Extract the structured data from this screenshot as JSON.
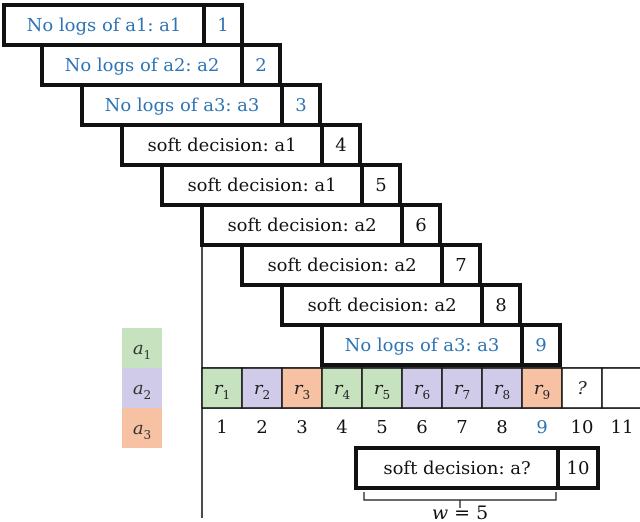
{
  "colors": {
    "blue": "#2E74B5",
    "black": "#111111",
    "a1": "#C6E2BE",
    "a2": "#CFCBE8",
    "a3": "#F6C2A3",
    "empty": "#FFFFFF"
  },
  "steps": [
    {
      "label": "No logs of a1: a1",
      "num": "1",
      "blue": true
    },
    {
      "label": "No logs of a2: a2",
      "num": "2",
      "blue": true
    },
    {
      "label": "No logs of a3: a3",
      "num": "3",
      "blue": true
    },
    {
      "label": "soft decision: a1",
      "num": "4",
      "blue": false
    },
    {
      "label": "soft decision: a1",
      "num": "5",
      "blue": false
    },
    {
      "label": "soft decision: a2",
      "num": "6",
      "blue": false
    },
    {
      "label": "soft decision: a2",
      "num": "7",
      "blue": false
    },
    {
      "label": "soft decision: a2",
      "num": "8",
      "blue": false
    },
    {
      "label": "No logs of a3: a3",
      "num": "9",
      "blue": true
    }
  ],
  "legend": [
    {
      "base": "a",
      "sub": "1",
      "color": "a1"
    },
    {
      "base": "a",
      "sub": "2",
      "color": "a2"
    },
    {
      "base": "a",
      "sub": "3",
      "color": "a3"
    }
  ],
  "slots": [
    {
      "base": "r",
      "sub": "1",
      "color": "a1"
    },
    {
      "base": "r",
      "sub": "2",
      "color": "a2"
    },
    {
      "base": "r",
      "sub": "3",
      "color": "a3"
    },
    {
      "base": "r",
      "sub": "4",
      "color": "a1"
    },
    {
      "base": "r",
      "sub": "5",
      "color": "a1"
    },
    {
      "base": "r",
      "sub": "6",
      "color": "a2"
    },
    {
      "base": "r",
      "sub": "7",
      "color": "a2"
    },
    {
      "base": "r",
      "sub": "8",
      "color": "a2"
    },
    {
      "base": "r",
      "sub": "9",
      "color": "a3"
    },
    {
      "base": "?",
      "sub": "",
      "color": "empty"
    },
    {
      "base": "",
      "sub": "",
      "color": "empty"
    }
  ],
  "ticks": [
    {
      "label": "1",
      "blue": false
    },
    {
      "label": "2",
      "blue": false
    },
    {
      "label": "3",
      "blue": false
    },
    {
      "label": "4",
      "blue": false
    },
    {
      "label": "5",
      "blue": false
    },
    {
      "label": "6",
      "blue": false
    },
    {
      "label": "7",
      "blue": false
    },
    {
      "label": "8",
      "blue": false
    },
    {
      "label": "9",
      "blue": true
    },
    {
      "label": "10",
      "blue": false
    },
    {
      "label": "11",
      "blue": false
    }
  ],
  "pending": {
    "label": "soft decision: a?",
    "num": "10"
  },
  "window": {
    "var": "w",
    "eq": " = 5"
  }
}
